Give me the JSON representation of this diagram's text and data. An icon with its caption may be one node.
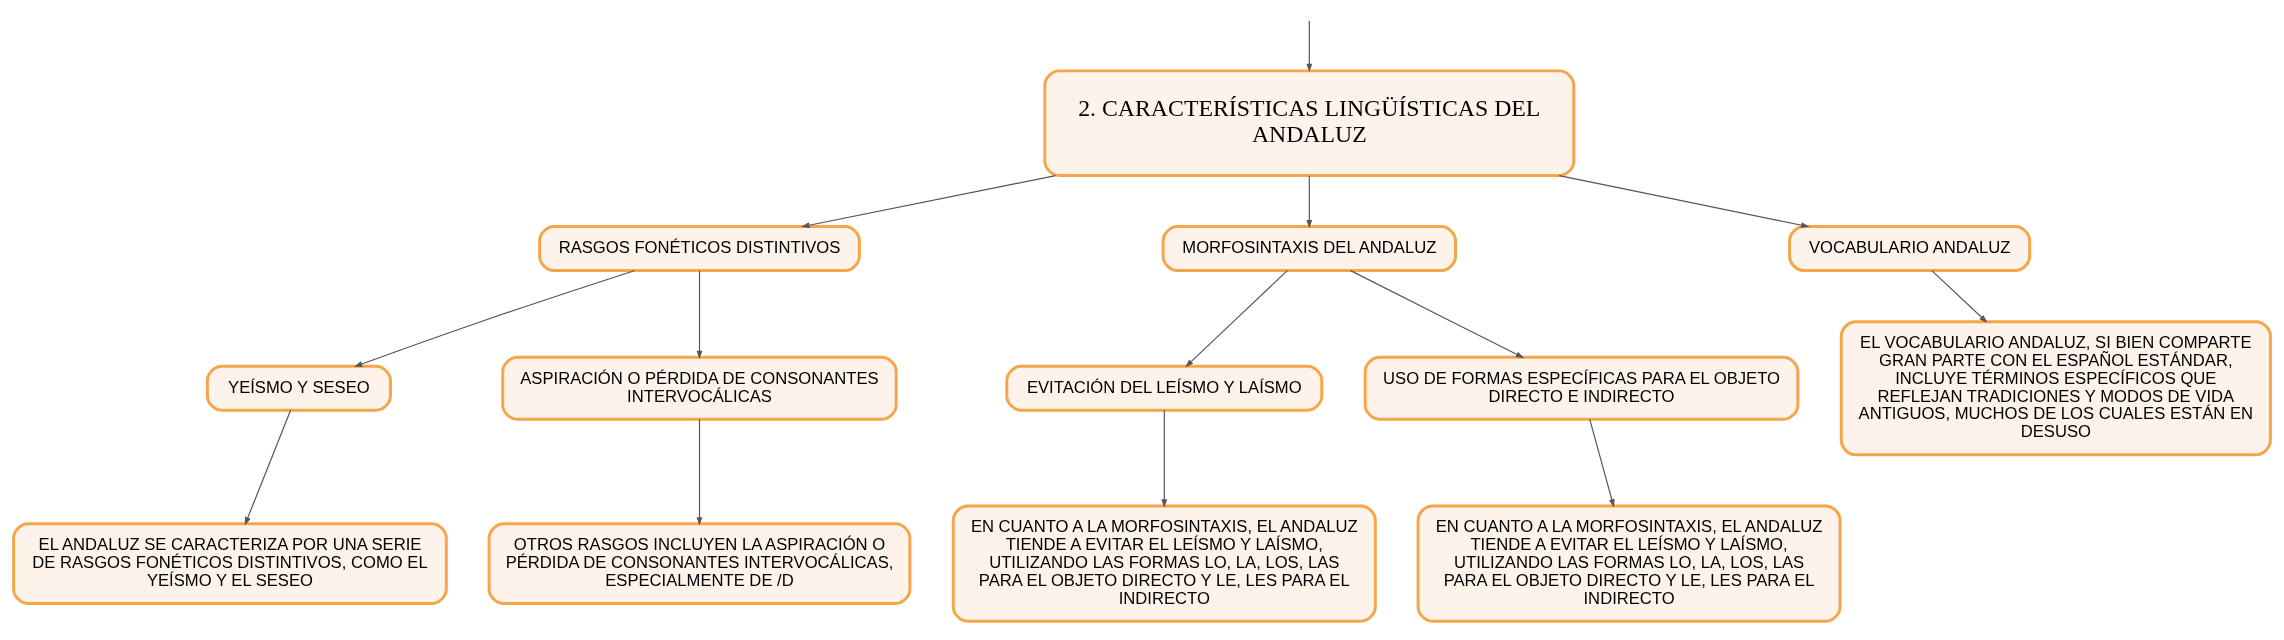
{
  "diagram": {
    "nodes": [
      {
        "text": [
          "2. CARACTERÍSTICAS LINGÜÍSTICAS DEL ANDALUZ"
        ]
      },
      {
        "text": [
          "RASGOS FONÉTICOS DISTINTIVOS"
        ]
      },
      {
        "text": [
          "MORFOSINTAXIS DEL ANDALUZ"
        ]
      },
      {
        "text": [
          "VOCABULARIO ANDALUZ"
        ]
      },
      {
        "text": [
          "YEÍSMO Y SESEO"
        ]
      },
      {
        "text": [
          "ASPIRACIÓN O PÉRDIDA DE CONSONANTES INTERVOCÁLICAS"
        ]
      },
      {
        "text": [
          "EVITACIÓN DEL LEÍSMO Y LAÍSMO"
        ]
      },
      {
        "text": [
          "USO DE FORMAS ESPECÍFICAS PARA EL OBJETO DIRECTO E INDIRECTO"
        ]
      },
      {
        "text": [
          "EL VOCABULARIO ANDALUZ, SI BIEN COMPARTE GRAN PARTE CON EL ESPAÑOL ESTÁNDAR, INCLUYE TÉRMINOS ESPECÍFICOS QUE REFLEJAN TRADICIONES Y MODOS DE VIDA ANTIGUOS, MUCHOS DE LOS CUALES ESTÁN EN DESUSO"
        ]
      },
      {
        "text": [
          "EL ANDALUZ SE CARACTERIZA POR UNA SERIE DE RASGOS FONÉTICOS DISTINTIVOS, COMO EL YEÍSMO Y EL SESEO"
        ]
      },
      {
        "text": [
          "OTROS RASGOS INCLUYEN LA ASPIRACIÓN O PÉRDIDA DE CONSONANTES INTERVOCÁLICAS, ESPECIALMENTE DE /D"
        ]
      },
      {
        "text": [
          "EN CUANTO A LA MORFOSINTAXIS, EL ANDALUZ TIENDE A EVITAR EL LEÍSMO Y LAÍSMO, UTILIZANDO LAS FORMAS LO, LA, LOS, LAS PARA EL OBJETO DIRECTO Y LE, LES PARA EL INDIRECTO"
        ]
      },
      {
        "text": [
          "EN CUANTO A LA MORFOSINTAXIS, EL ANDALUZ TIENDE A EVITAR EL LEÍSMO Y LAÍSMO, UTILIZANDO LAS FORMAS LO, LA, LOS, LAS PARA EL OBJETO DIRECTO Y LE, LES PARA EL INDIRECTO"
        ]
      }
    ],
    "edges": [
      {
        "from": null,
        "to": 0,
        "arrow": "to"
      },
      {
        "from": 0,
        "to": 1,
        "arrow": "to"
      },
      {
        "from": 0,
        "to": 2,
        "arrow": "to"
      },
      {
        "from": 0,
        "to": 3,
        "arrow": "to"
      },
      {
        "from": 1,
        "to": 4,
        "arrow": "to"
      },
      {
        "from": 1,
        "to": 5,
        "arrow": "to"
      },
      {
        "from": 2,
        "to": 6,
        "arrow": "to"
      },
      {
        "from": 2,
        "to": 7,
        "arrow": "to"
      },
      {
        "from": 3,
        "to": 8,
        "arrow": "to"
      },
      {
        "from": 4,
        "to": 9,
        "arrow": "to"
      },
      {
        "from": 5,
        "to": 10,
        "arrow": "to"
      },
      {
        "from": 6,
        "to": 11,
        "arrow": "to"
      },
      {
        "from": 7,
        "to": 12,
        "arrow": "to"
      }
    ]
  }
}
